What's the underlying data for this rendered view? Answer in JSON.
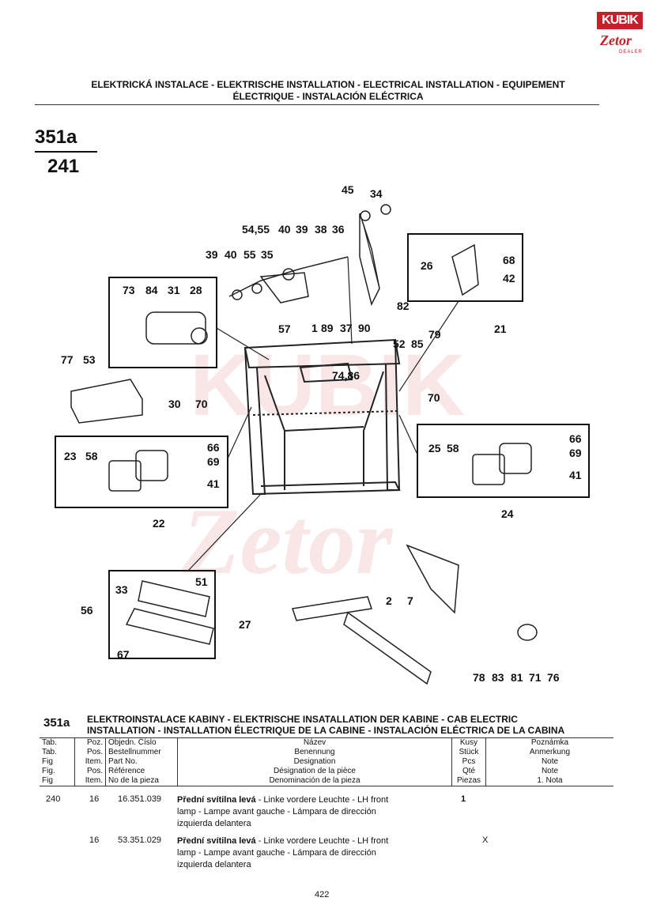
{
  "logo": {
    "top": "KUBIK",
    "bottom": "Zetor",
    "dealer": "DEALER"
  },
  "header": {
    "line1": "ELEKTRICKÁ INSTALACE - ELEKTRISCHE INSTALLATION - ELECTRICAL INSTALLATION - EQUIPEMENT",
    "line2": "ÉLECTRIQUE - INSTALACIÓN ELÉCTRICA"
  },
  "figure": {
    "top": "351a",
    "bottom": "241"
  },
  "callouts": {
    "c45": "45",
    "c34": "34",
    "c54_55": "54,55",
    "c40a": "40",
    "c39a": "39",
    "c38": "38",
    "c36": "36",
    "c39b": "39",
    "c40b": "40",
    "c55": "55",
    "c35": "35",
    "c26": "26",
    "c68": "68",
    "c42": "42",
    "c73": "73",
    "c84": "84",
    "c31": "31",
    "c28": "28",
    "c57": "57",
    "c1": "1",
    "c89": "89",
    "c37": "37",
    "c90": "90",
    "c82": "82",
    "c52": "52",
    "c85": "85",
    "c79": "79",
    "c21": "21",
    "c77": "77",
    "c53": "53",
    "c74_86": "74,86",
    "c30": "30",
    "c70a": "70",
    "c70b": "70",
    "c66a": "66",
    "c69a": "69",
    "c23": "23",
    "c58a": "58",
    "c41a": "41",
    "c22": "22",
    "c25": "25",
    "c58b": "58",
    "c66b": "66",
    "c69b": "69",
    "c41b": "41",
    "c24": "24",
    "c51": "51",
    "c33": "33",
    "c56": "56",
    "c27": "27",
    "c67": "67",
    "c2": "2",
    "c7": "7",
    "c78": "78",
    "c83": "83",
    "c81": "81",
    "c71": "71",
    "c76": "76"
  },
  "caption": {
    "num": "351a",
    "line1": "ELEKTROINSTALACE KABINY - ELEKTRISCHE INSATALLATION DER KABINE - CAB ELECTRIC",
    "line2": "INSTALLATION - INSTALLATION ÉLECTRIQUE DE LA CABINE - INSTALACIÓN ELÉCTRICA DE LA CABINA"
  },
  "table": {
    "rows": [
      [
        "Tab.",
        "Poz.",
        "Objedn. Číslo",
        "Název",
        "Kusy",
        "Poznámka"
      ],
      [
        "Tab.",
        "Pos.",
        "Bestellnummer",
        "Benennung",
        "Stück",
        "Anmerkung"
      ],
      [
        "Fig",
        "Item.",
        "Part No.",
        "Designation",
        "Pcs",
        "Note"
      ],
      [
        "Fig.",
        "Pos.",
        "Référence",
        "Désignation de la pièce",
        "Qté",
        "Note"
      ],
      [
        "Fig",
        "Item.",
        "No de la pieza",
        "Denominación de la pieza",
        "Piezas",
        "1.    Nota"
      ]
    ]
  },
  "entries": [
    {
      "tab": "240",
      "poz": "16",
      "part": "16.351.039",
      "name_bold": "Přední svítilna levá",
      "name_rest": " - Linke vordere Leuchte - LH front",
      "line2": "lamp - Lampe avant gauche - Lámpara de dirección",
      "line3": "izquierda delantera",
      "qty": "1",
      "note": ""
    },
    {
      "tab": "",
      "poz": "16",
      "part": "53.351.029",
      "name_bold": "Přední svítilna levá",
      "name_rest": " - Linke vordere Leuchte - LH front",
      "line2": "lamp - Lampe avant gauche - Lámpara de dirección",
      "line3": "izquierda delantera",
      "qty": "",
      "note": "X"
    }
  ],
  "page": "422"
}
